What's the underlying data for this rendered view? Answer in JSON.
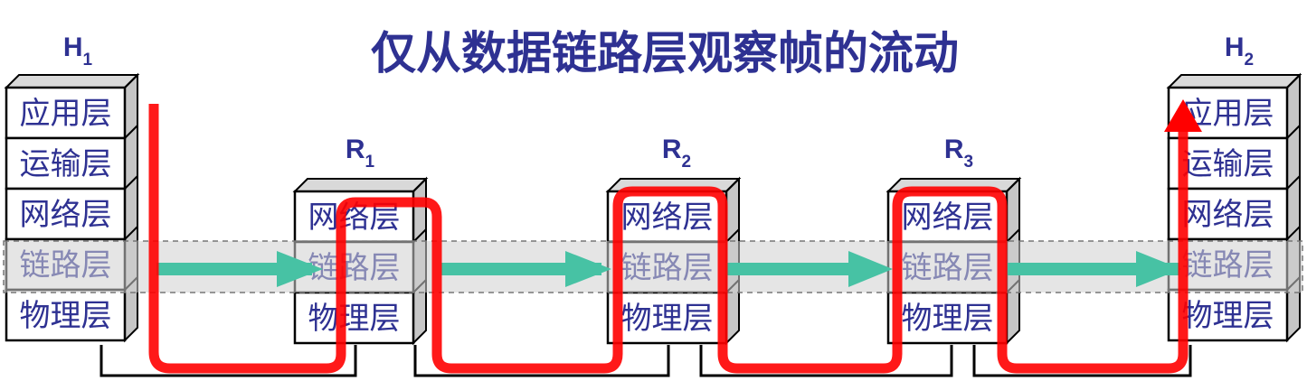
{
  "title": "仅从数据链路层观察帧的流动",
  "nodes": [
    {
      "id": "h1",
      "name": "H",
      "sub": "1",
      "layers": [
        "应用层",
        "运输层",
        "网络层",
        "链路层",
        "物理层"
      ]
    },
    {
      "id": "r1",
      "name": "R",
      "sub": "1",
      "layers": [
        "网络层",
        "链路层",
        "物理层"
      ]
    },
    {
      "id": "r2",
      "name": "R",
      "sub": "2",
      "layers": [
        "网络层",
        "链路层",
        "物理层"
      ]
    },
    {
      "id": "r3",
      "name": "R",
      "sub": "3",
      "layers": [
        "网络层",
        "链路层",
        "物理层"
      ]
    },
    {
      "id": "h2",
      "name": "H",
      "sub": "2",
      "layers": [
        "应用层",
        "运输层",
        "网络层",
        "链路层",
        "物理层"
      ]
    }
  ],
  "highlighted_layer": "链路层",
  "colors": {
    "title": "#2e3192",
    "labels": "#2e3192",
    "frame_flow_arrow": "#47c2a4",
    "signal_path": "#ff0000",
    "link_band": "#d0d0d0"
  }
}
